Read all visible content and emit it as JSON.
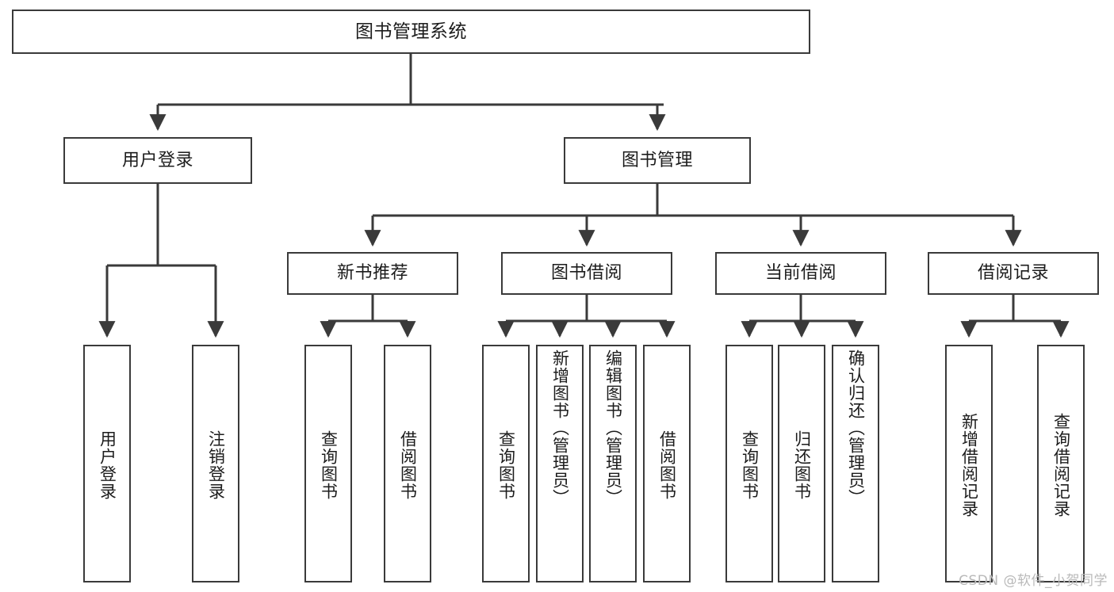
{
  "diagram": {
    "title": "图书管理系统",
    "type": "tree",
    "watermark": "CSDN @软件_小贺同学",
    "stroke_color": "#3a3a3a",
    "text_color": "#1c1c1c",
    "background": "#ffffff"
  },
  "root": {
    "label": "图书管理系统"
  },
  "level1": [
    {
      "label": "用户登录"
    },
    {
      "label": "图书管理"
    }
  ],
  "level2": [
    {
      "label": "新书推荐"
    },
    {
      "label": "图书借阅"
    },
    {
      "label": "当前借阅"
    },
    {
      "label": "借阅记录"
    }
  ],
  "leaves": {
    "user_login": [
      {
        "label": "用户登录"
      },
      {
        "label": "注销登录"
      }
    ],
    "new_book": [
      {
        "label": "查询图书"
      },
      {
        "label": "借阅图书"
      }
    ],
    "book_borrow": [
      {
        "label": "查询图书"
      },
      {
        "label": "新增图书（管理员）"
      },
      {
        "label": "编辑图书（管理员）"
      },
      {
        "label": "借阅图书"
      }
    ],
    "current_borrow": [
      {
        "label": "查询图书"
      },
      {
        "label": "归还图书"
      },
      {
        "label": "确认归还（管理员）"
      }
    ],
    "borrow_record": [
      {
        "label": "新增借阅记录"
      },
      {
        "label": "查询借阅记录"
      }
    ]
  }
}
